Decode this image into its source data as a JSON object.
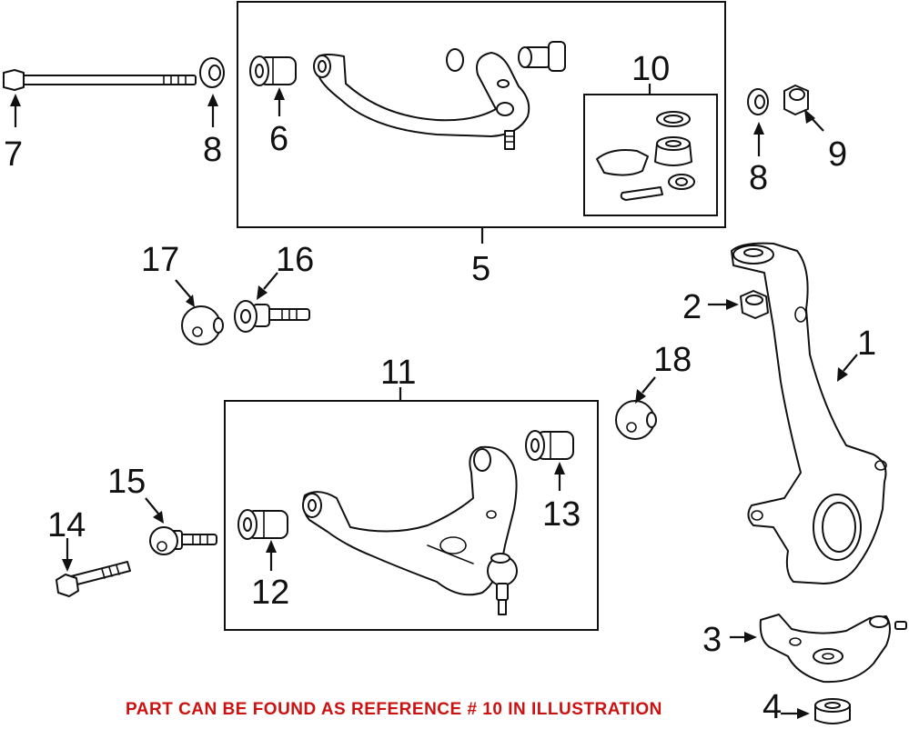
{
  "callouts": {
    "c1": "1",
    "c2": "2",
    "c3": "3",
    "c4": "4",
    "c5": "5",
    "c6": "6",
    "c7": "7",
    "c8a": "8",
    "c8b": "8",
    "c9": "9",
    "c10": "10",
    "c11": "11",
    "c12": "12",
    "c13": "13",
    "c14": "14",
    "c15": "15",
    "c16": "16",
    "c17": "17",
    "c18": "18"
  },
  "footer": {
    "note": "PART CAN BE FOUND AS REFERENCE # 10 IN ILLUSTRATION",
    "color": "#cc1111"
  },
  "colors": {
    "line": "#111111",
    "background": "#ffffff"
  }
}
